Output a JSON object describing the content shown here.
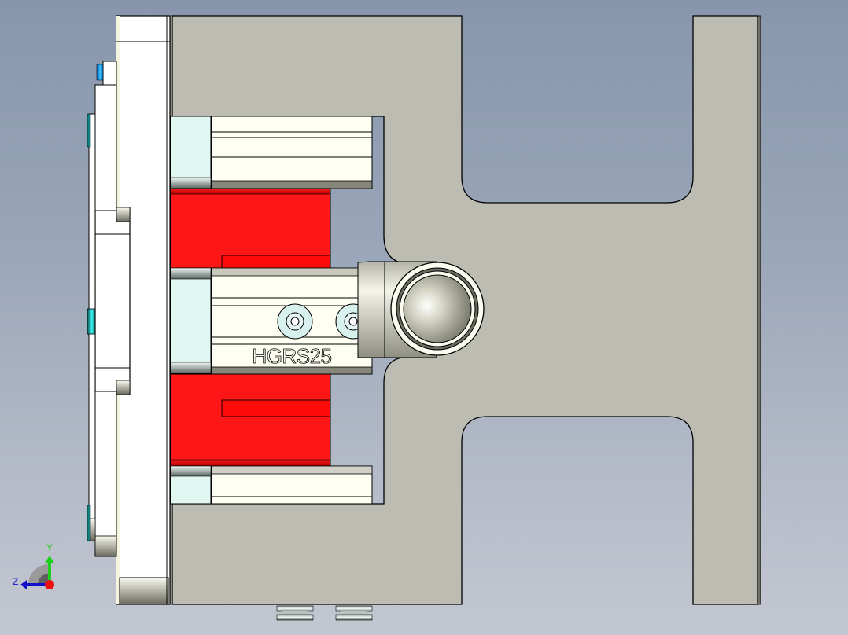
{
  "viewport": {
    "background_top": "#8796ac",
    "background_bottom": "#c3c7d1"
  },
  "model": {
    "rail_label": "HGRS25",
    "colors": {
      "plate": "#bcbcb3",
      "plate_edge": "#8a8a80",
      "red_block": "#ff1616",
      "red_dark": "#c80a0a",
      "rail": "#fefef2",
      "rail_shadow": "#86867a",
      "end_cap": "#dff6f1",
      "bolt_washer": "#d8f0ee",
      "side_plate": "#ffffff",
      "blue_fitting": "#1ea6f0",
      "teal_fitting": "#0f8a8a"
    }
  },
  "triad": {
    "x_label": "",
    "y_label": "Y",
    "z_label": "Z",
    "y_color": "#1ed11e",
    "z_color": "#1010c8",
    "origin_color": "#ee1010"
  }
}
